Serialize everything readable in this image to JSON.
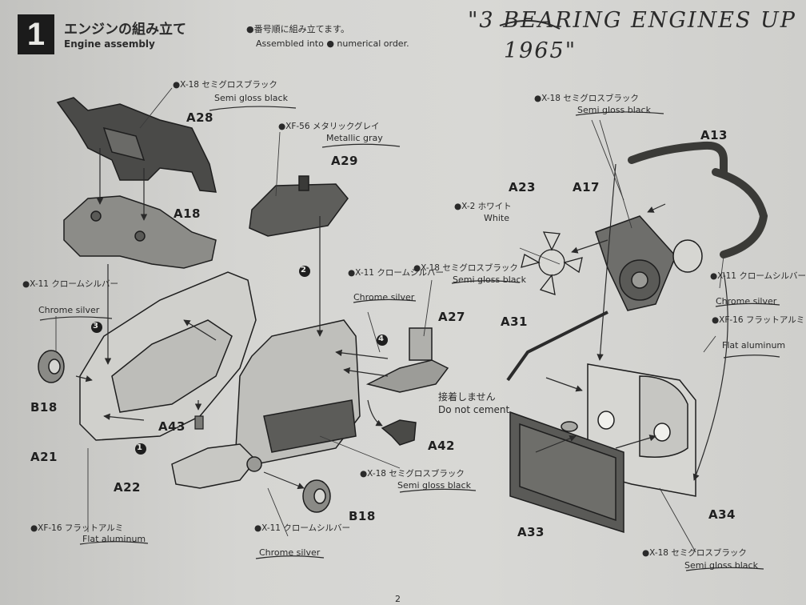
{
  "step": {
    "number": "1",
    "title_jp": "エンジンの組み立て",
    "title_en": "Engine assembly",
    "instruction_jp": "●番号順に組み立てます。",
    "instruction_en": "Assembled into ● numerical order."
  },
  "handwritten_note": [
    "\"3 BEARING ENGINES UP",
    "1965\""
  ],
  "callouts": [
    {
      "jp": "●X-18 セミグロスブラック",
      "en": "Semi gloss black"
    },
    {
      "jp": "●XF-56 メタリックグレイ",
      "en": "Metallic gray"
    },
    {
      "jp": "●X-11 クロームシルバー",
      "en": "Chrome silver"
    },
    {
      "jp": "●X-11 クロームシルバー",
      "en": "Chrome silver"
    },
    {
      "jp": "●X-18 セミグロスブラック",
      "en": "Semi gloss black"
    },
    {
      "jp": "●X-18 セミグロスブラック",
      "en": "Semi gloss black"
    },
    {
      "jp": "●X-2 ホワイト",
      "en": "White"
    },
    {
      "jp": "●X-11 クロームシルバー",
      "en": "Chrome silver"
    },
    {
      "jp": "●XF-16 フラットアルミ",
      "en": "Flat aluminum"
    },
    {
      "jp": "接着しません",
      "en": "Do not cement"
    },
    {
      "jp": "●X-18 セミグロスブラック",
      "en": "Semi gloss black"
    },
    {
      "jp": "●XF-16 フラットアルミ",
      "en": "Flat aluminum"
    },
    {
      "jp": "●X-11 クロームシルバー",
      "en": "Chrome silver"
    },
    {
      "jp": "●X-18 セミグロスブラック",
      "en": "Semi gloss black"
    }
  ],
  "parts": [
    "A28",
    "A29",
    "A18",
    "A13",
    "A23",
    "A17",
    "A27",
    "A31",
    "B18",
    "A43",
    "A21",
    "A42",
    "A22",
    "B18",
    "A33",
    "A34"
  ],
  "sequence_markers": [
    "1",
    "2",
    "3",
    "4"
  ],
  "page_number": "2"
}
